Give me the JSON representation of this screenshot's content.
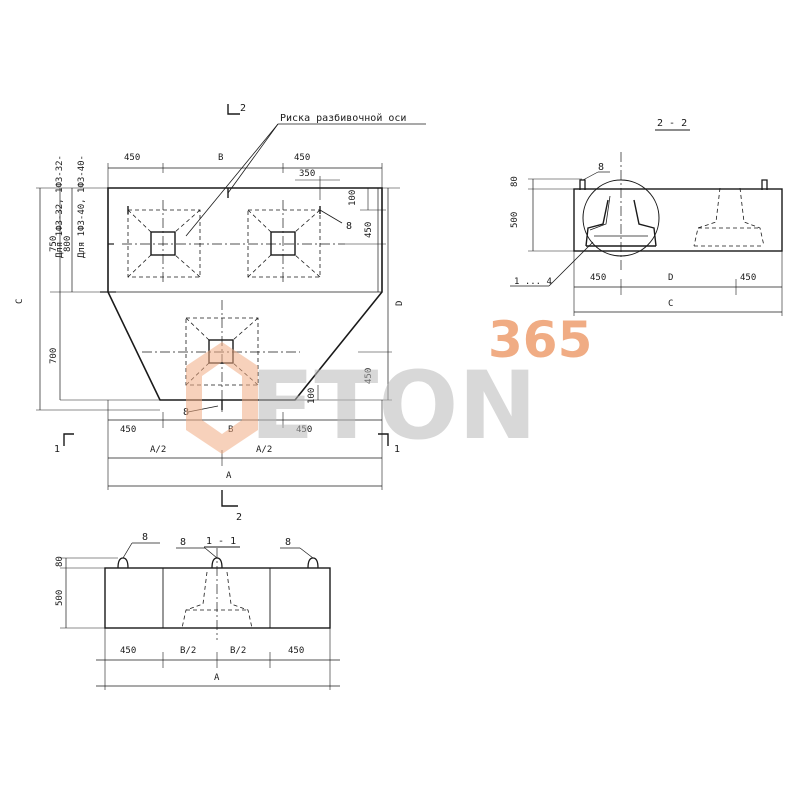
{
  "labels": {
    "axis_mark_note": "Риска разбивочной оси",
    "mod_line_1": "Для 1Ф3-32, 1Ф3-32-",
    "mod_line_2": "Для 1Ф3-40, 1Ф3-40-",
    "section_22": "2 - 2",
    "section_11": "1 - 1",
    "cut_2": "2",
    "cut_1": "1",
    "loop": "8",
    "callout_range": "1 ... 4"
  },
  "plan": {
    "d450_tl": "450",
    "dB_top": "B",
    "d450_tr": "450",
    "d350": "350",
    "d100_top": "100",
    "d450_right": "450",
    "dD": "D",
    "d450_right_low": "450",
    "d100_bottom": "100",
    "dC": "C",
    "d750": "750",
    "d800": "800",
    "d700": "700",
    "d450_bl": "450",
    "dB_bottom": "B",
    "d450_br": "450",
    "dA2_left": "A/2",
    "dA2_right": "A/2",
    "dA": "A"
  },
  "section22": {
    "d80": "80",
    "d500": "500",
    "d450_left": "450",
    "dD": "D",
    "d450_right": "450",
    "dC": "C"
  },
  "section11": {
    "d80": "80",
    "d500": "500",
    "d450_left": "450",
    "dB2_left": "B/2",
    "dB2_right": "B/2",
    "d450_right": "450",
    "dA": "A"
  },
  "watermark": {
    "number": "365",
    "word": "ETON"
  },
  "colors": {
    "ink": "#1a1a1a",
    "watermark_orange": "#f0ac84",
    "watermark_gray": "#b9b9b9"
  }
}
